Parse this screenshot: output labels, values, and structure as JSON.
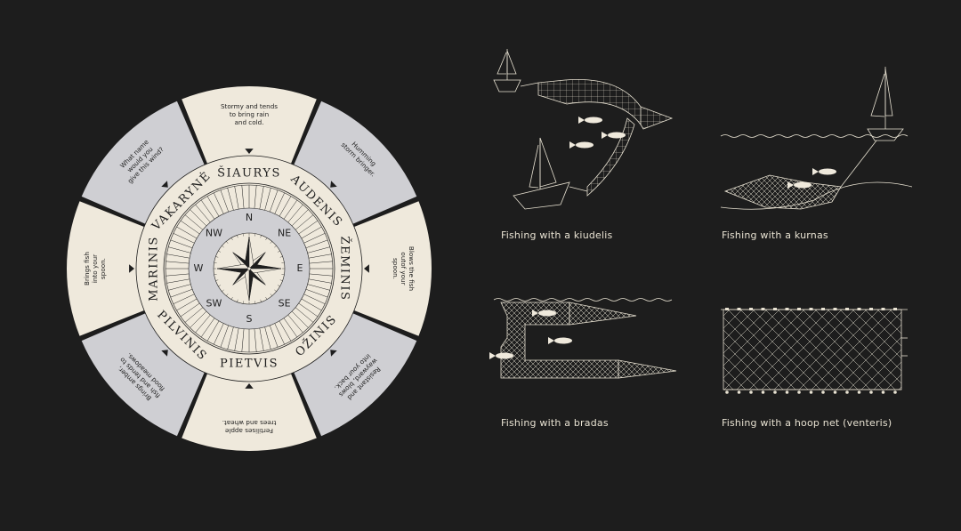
{
  "wheel": {
    "colors": {
      "cream": "#efe9dc",
      "grey": "#cfcfd3",
      "ink": "#1e1e1e",
      "background": "#1d1d1d"
    },
    "compass_points": [
      "N",
      "NE",
      "E",
      "SE",
      "S",
      "SW",
      "W",
      "NW"
    ],
    "winds": [
      "ŠIAURYS",
      "AUDENIS",
      "ŽEMINIS",
      "OŽINIS",
      "PIETVIS",
      "PILVINIS",
      "MARINIS",
      "VAKARYNĖ"
    ],
    "descriptions": [
      [
        "Stormy and tends",
        "to bring rain",
        "and cold."
      ],
      [
        "Humming",
        "storm bringer."
      ],
      [
        "Blows the fish",
        "outof your",
        "spoon."
      ],
      [
        "Resistant and",
        "wayward, blows",
        "into your back."
      ],
      [
        "Fertilises apple",
        "trees and wheat."
      ],
      [
        "Brings amber,",
        "fish and tends to",
        "flood meadows."
      ],
      [
        "Brings fish",
        "into your",
        "spoon."
      ],
      [
        "What name",
        "would you",
        "give this wind?"
      ]
    ]
  },
  "panels": [
    {
      "id": "kiudelis",
      "caption": "Fishing with a kiudelis"
    },
    {
      "id": "kurnas",
      "caption": "Fishing with a kurnas"
    },
    {
      "id": "bradas",
      "caption": "Fishing with a bradas"
    },
    {
      "id": "venteris",
      "caption": "Fishing with a hoop net  (venteris)"
    }
  ]
}
